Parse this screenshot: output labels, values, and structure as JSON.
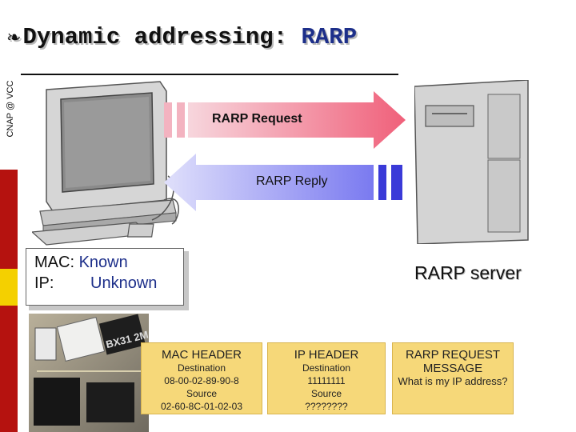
{
  "title": {
    "bullet": "❧",
    "main": "Dynamic addressing: ",
    "accent": "RARP"
  },
  "sidebar": {
    "label": "CNAP @ VCC"
  },
  "arrows": {
    "request": "RARP Request",
    "reply": "RARP Reply"
  },
  "client_box": {
    "mac_label": "MAC:",
    "mac_value": "Known",
    "ip_label": "IP:",
    "ip_value": "Unknown"
  },
  "server": {
    "label": "RARP server"
  },
  "nic_card": {
    "chip_text": "BX31 2M"
  },
  "headers": {
    "mac": {
      "title": "MAC HEADER",
      "l1": "Destination",
      "l2": "08-00-02-89-90-8",
      "l3": "Source",
      "l4": "02-60-8C-01-02-03"
    },
    "ip": {
      "title": "IP HEADER",
      "l1": "Destination",
      "l2": "11111111",
      "l3": "Source",
      "l4": "????????"
    },
    "rarp": {
      "title": "RARP REQUEST",
      "l1": "MESSAGE",
      "l2": "What is my IP address?"
    }
  },
  "colors": {
    "request_arrow": "#f0607a",
    "reply_arrow": "#5b5ce0",
    "header_bg": "#f6d879",
    "sidebar_red": "#b5120f",
    "sidebar_yellow": "#f4d000",
    "accent": "#1d2f8a"
  }
}
